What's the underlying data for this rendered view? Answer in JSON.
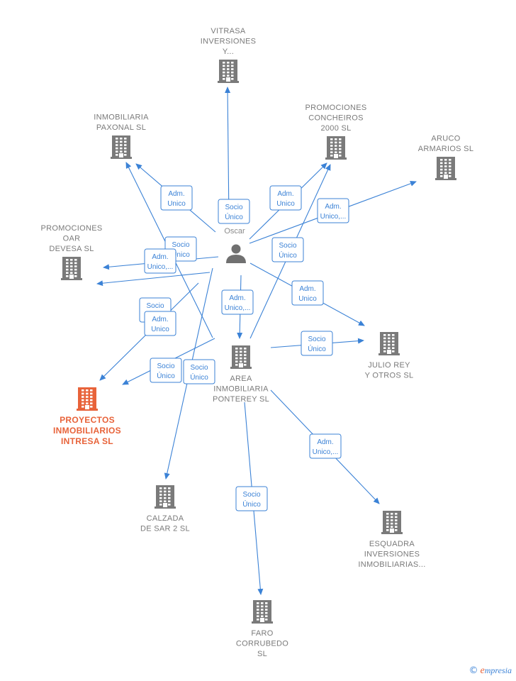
{
  "person": {
    "label": "Oscar"
  },
  "nodes": [
    {
      "id": "area",
      "lines": [
        "AREA",
        "INMOBILIARIA",
        "PONTEREY  SL"
      ],
      "focus": false
    },
    {
      "id": "vitrasa",
      "lines": [
        "VITRASA",
        "INVERSIONES",
        "Y..."
      ],
      "focus": false
    },
    {
      "id": "paxonal",
      "lines": [
        "INMOBILIARIA",
        "PAXONAL SL"
      ],
      "focus": false
    },
    {
      "id": "concheiros",
      "lines": [
        "PROMOCIONES",
        "CONCHEIROS",
        "2000 SL"
      ],
      "focus": false
    },
    {
      "id": "aruco",
      "lines": [
        "ARUCO",
        "ARMARIOS  SL"
      ],
      "focus": false
    },
    {
      "id": "oar",
      "lines": [
        "PROMOCIONES",
        "OAR",
        "DEVESA  SL"
      ],
      "focus": false
    },
    {
      "id": "intresa",
      "lines": [
        "PROYECTOS",
        "INMOBILIARIOS",
        "INTRESA  SL"
      ],
      "focus": true
    },
    {
      "id": "julio",
      "lines": [
        "JULIO REY",
        "Y OTROS  SL"
      ],
      "focus": false
    },
    {
      "id": "calzada",
      "lines": [
        "CALZADA",
        "DE SAR 2 SL"
      ],
      "focus": false
    },
    {
      "id": "esquadra",
      "lines": [
        "ESQUADRA",
        "INVERSIONES",
        "INMOBILIARIAS..."
      ],
      "focus": false
    },
    {
      "id": "faro",
      "lines": [
        "FARO",
        "CORRUBEDO",
        "SL"
      ],
      "focus": false
    }
  ],
  "relations": [
    {
      "id": "r1",
      "lines": [
        "Socio",
        "Único"
      ]
    },
    {
      "id": "r2",
      "lines": [
        "Adm.",
        "Unico"
      ]
    },
    {
      "id": "r3",
      "lines": [
        "Adm.",
        "Unico"
      ]
    },
    {
      "id": "r4",
      "lines": [
        "Adm.",
        "Unico,..."
      ]
    },
    {
      "id": "r5",
      "lines": [
        "Socio",
        "Único"
      ]
    },
    {
      "id": "r6",
      "lines": [
        "Adm.",
        "Unico,..."
      ]
    },
    {
      "id": "r7",
      "lines": [
        "Socio",
        "Único"
      ]
    },
    {
      "id": "r8",
      "lines": [
        "Adm.",
        "Unico,..."
      ]
    },
    {
      "id": "r9",
      "lines": [
        "Adm.",
        "Unico"
      ]
    },
    {
      "id": "r10",
      "lines": [
        "Socio",
        "Único"
      ]
    },
    {
      "id": "r11",
      "lines": [
        "Adm.",
        "Unico"
      ]
    },
    {
      "id": "r12",
      "lines": [
        "Socio",
        "Único"
      ]
    },
    {
      "id": "r13",
      "lines": [
        "Socio",
        "Único"
      ]
    },
    {
      "id": "r14",
      "lines": [
        "Socio",
        "Único"
      ]
    },
    {
      "id": "r15",
      "lines": [
        "Adm.",
        "Unico,..."
      ]
    },
    {
      "id": "r16",
      "lines": [
        "Socio",
        "Único"
      ]
    }
  ],
  "colors": {
    "edge": "#3b82d6",
    "building": "#7a7a7a",
    "focus": "#e8633a"
  },
  "brand": {
    "copyright": "©",
    "initial": "e",
    "name": "mpresia"
  }
}
